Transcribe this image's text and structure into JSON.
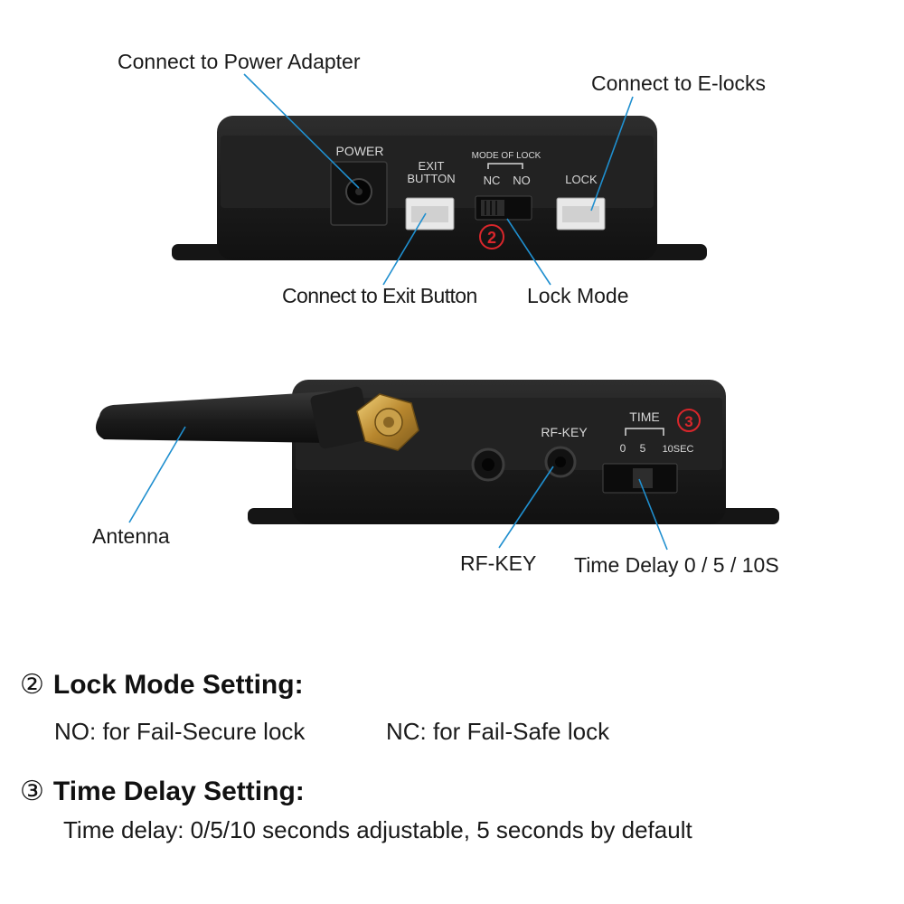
{
  "callouts": {
    "power_adapter": "Connect to Power Adapter",
    "elocks": "Connect to E-locks",
    "exit_button": "Connect to Exit Button",
    "lock_mode": "Lock Mode",
    "antenna": "Antenna",
    "rf_key": "RF-KEY",
    "time_delay": "Time Delay 0 / 5 / 10S"
  },
  "device_labels": {
    "power": "POWER",
    "exit_line1": "EXIT",
    "exit_line2": "BUTTON",
    "mode_of_lock": "MODE OF LOCK",
    "nc": "NC",
    "no": "NO",
    "lock": "LOCK",
    "marker_2": "2",
    "rfkey": "RF-KEY",
    "time": "TIME",
    "t0": "0",
    "t5": "5",
    "t10": "10SEC",
    "marker_3": "3"
  },
  "settings": {
    "lock_mode": {
      "symbol": "②",
      "title": "Lock Mode Setting:",
      "no_text": "NO: for Fail-Secure lock",
      "nc_text": "NC: for Fail-Safe lock"
    },
    "time_delay": {
      "symbol": "③",
      "title": "Time Delay Setting:",
      "text": "Time delay: 0/5/10 seconds adjustable, 5 seconds by default"
    }
  },
  "colors": {
    "callout_line": "#1f8fcf",
    "device_body": "#1b1b1b",
    "marker": "#d9262b"
  }
}
